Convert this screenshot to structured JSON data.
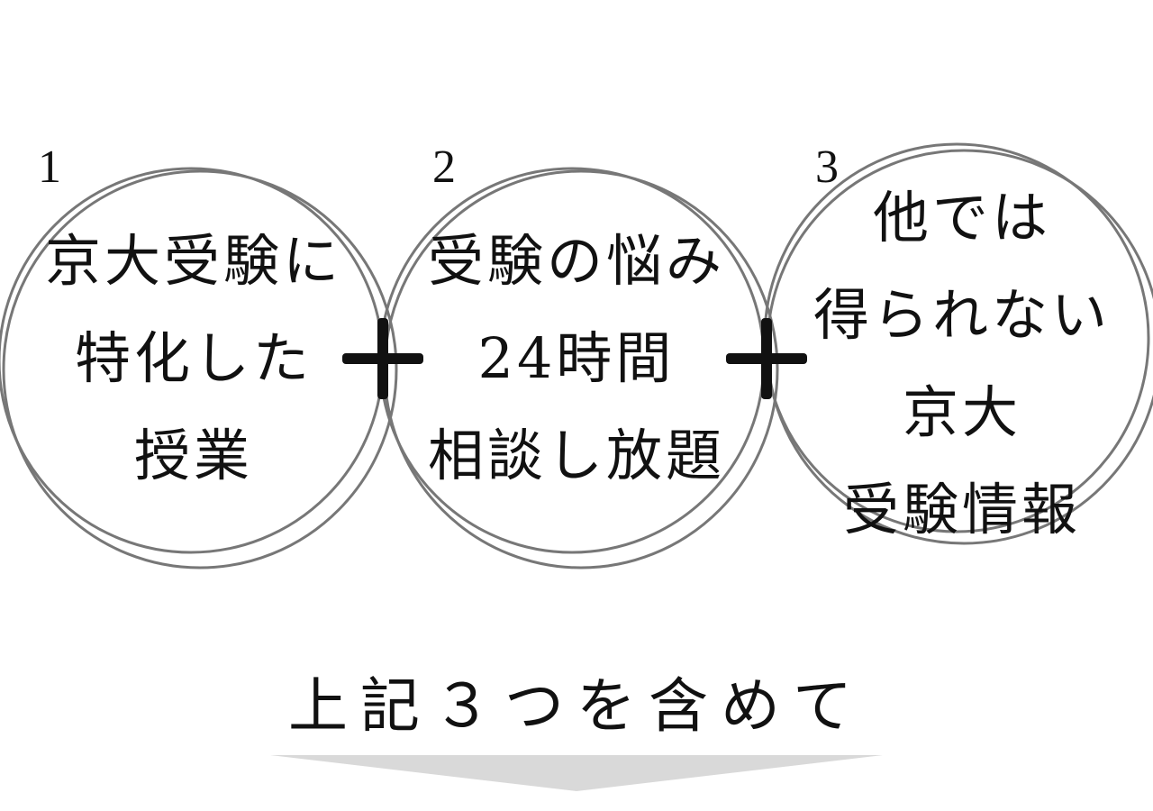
{
  "items": [
    {
      "number": "1",
      "lines": [
        "京大受験に",
        "特化した",
        "授業"
      ]
    },
    {
      "number": "2",
      "lines": [
        "受験の悩み",
        "24時間",
        "相談し放題"
      ]
    },
    {
      "number": "3",
      "lines": [
        "他では",
        "得られない",
        "京大",
        "受験情報"
      ]
    }
  ],
  "summary": "上記３つを含めて",
  "colors": {
    "ring": "#777777",
    "arrow": "#d9d9d9",
    "text": "#111111"
  }
}
